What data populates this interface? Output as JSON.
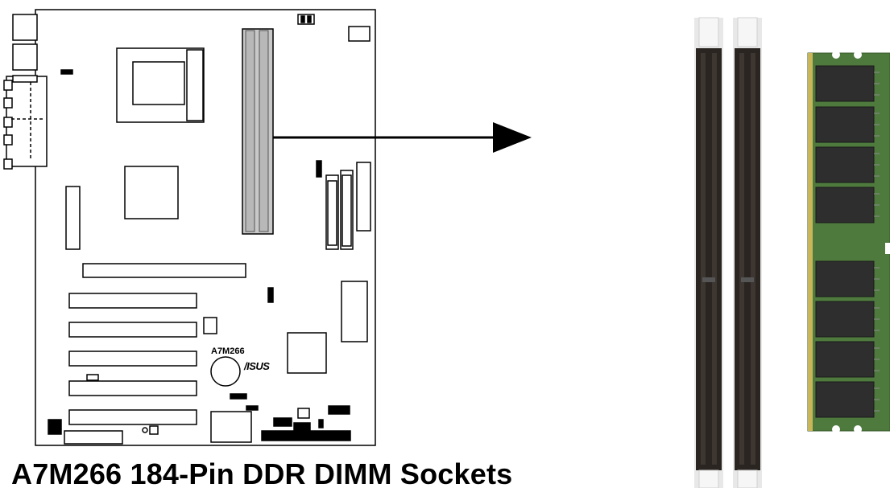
{
  "figure": {
    "caption": "A7M266 184-Pin DDR DIMM Sockets",
    "board_model": "A7M266",
    "brand_logo": "/ISUS"
  },
  "colors": {
    "outline": "#000000",
    "dimm_highlight": "#c8c8c8",
    "socket_body": "#2a2521",
    "socket_frame": "#e8e8e8",
    "module_pcb": "#4f7a3e",
    "memory_chip": "#2e2e2e"
  },
  "components": {
    "dimm_slots": 2,
    "pci_slots": 5,
    "memory_chips": 8
  }
}
